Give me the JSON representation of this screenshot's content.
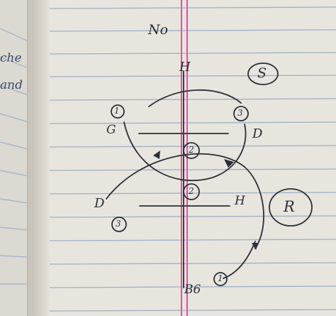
{
  "page_heading": "No",
  "labels": {
    "top_axis": "H",
    "bottom_axis": "B6",
    "upper_left": "G",
    "upper_right": "D",
    "lower_left": "D",
    "lower_right": "H"
  },
  "circled": {
    "s_label": "S",
    "r_label": "R",
    "n1": "1",
    "n3_top": "3",
    "n2_upper": "2",
    "n2_lower": "2",
    "n3_low": "3",
    "n1_bottom": "1"
  },
  "margin_fragments": [
    "che",
    "and"
  ],
  "colors": {
    "paper": "#e8e5de",
    "rule": "#9fb1c4",
    "margin_line": "#e44fa8",
    "ink": "#2b2f36"
  }
}
